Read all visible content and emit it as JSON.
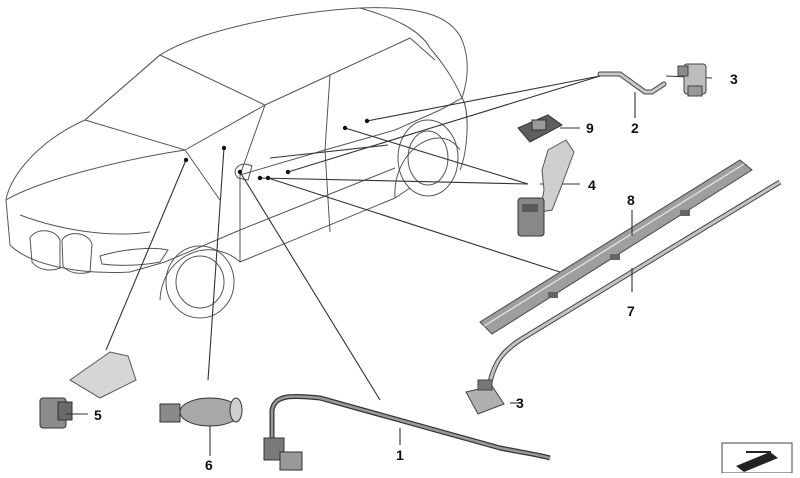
{
  "callouts": [
    {
      "id": "c1",
      "label": "1"
    },
    {
      "id": "c2",
      "label": "2"
    },
    {
      "id": "c3a",
      "label": "3"
    },
    {
      "id": "c3b",
      "label": "3"
    },
    {
      "id": "c4",
      "label": "4"
    },
    {
      "id": "c5",
      "label": "5"
    },
    {
      "id": "c6",
      "label": "6"
    },
    {
      "id": "c7",
      "label": "7"
    },
    {
      "id": "c8",
      "label": "8"
    },
    {
      "id": "c9",
      "label": "9"
    }
  ],
  "icons": {
    "corner": "catalog-arrow-icon"
  },
  "colors": {
    "line": "#333333",
    "part_fill": "#bfbfbf",
    "part_dark": "#6e6e6e",
    "background": "#ffffff"
  }
}
